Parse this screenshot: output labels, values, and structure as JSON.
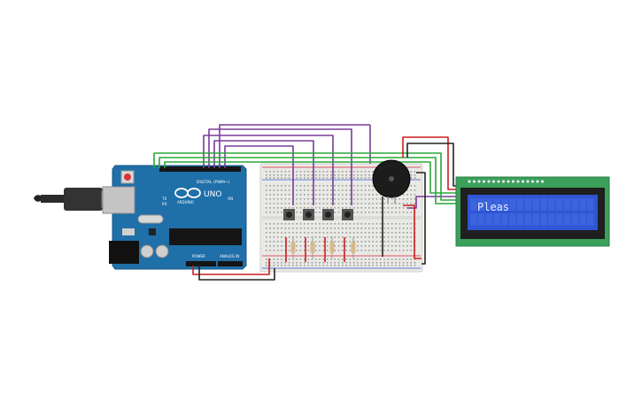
{
  "arduino": {
    "logo_text": "ARDUINO",
    "model": "UNO",
    "digital_label": "DIGITAL (PWM~)",
    "power_label": "POWER",
    "analog_label": "ANALOG IN",
    "tx_label": "TX",
    "rx_label": "RX",
    "on_label": "ON"
  },
  "lcd": {
    "text_line1": "Pleas",
    "text_line2": ""
  },
  "colors": {
    "arduino_board": "#1f6fa8",
    "breadboard": "#e9e9e6",
    "lcd_board": "#3aa05a",
    "lcd_screen": "#2f55d4",
    "wire_purple": "#7a3c98",
    "wire_green": "#2aa73a",
    "wire_red": "#c81e1e",
    "wire_black": "#222222",
    "buzzer": "#1c1c1c"
  },
  "components": {
    "buttons": [
      "button-1",
      "button-2",
      "button-3",
      "button-4"
    ],
    "resistors": [
      "resistor-1",
      "resistor-2",
      "resistor-3",
      "resistor-4"
    ],
    "buzzer": "piezo-buzzer"
  }
}
